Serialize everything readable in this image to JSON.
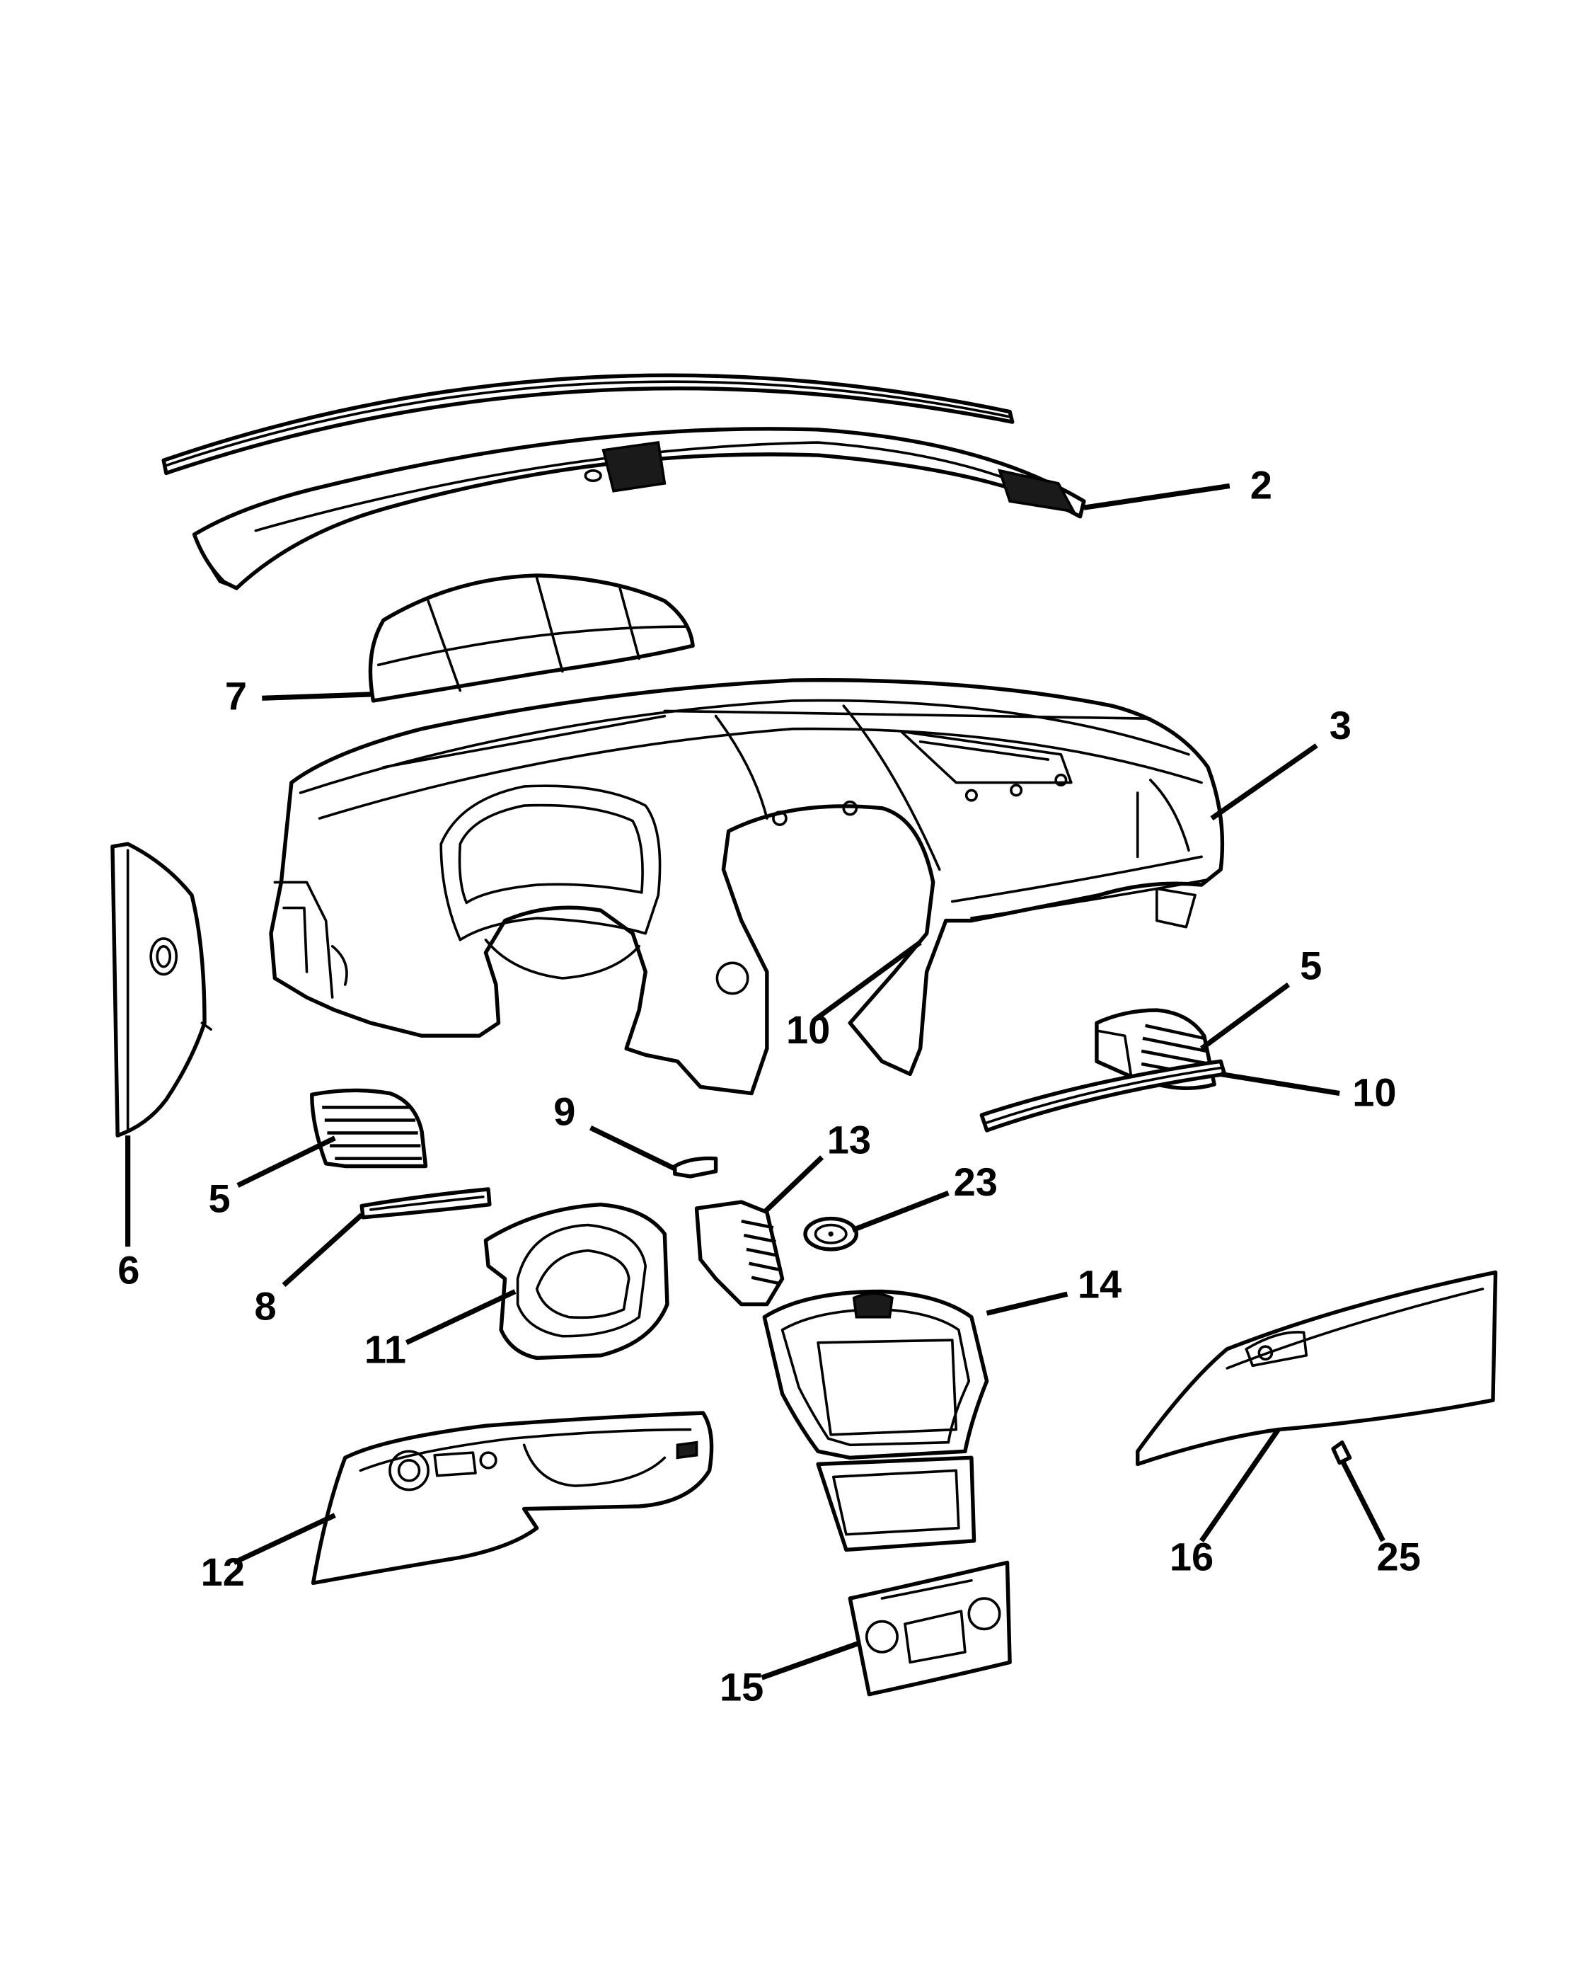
{
  "callouts": [
    {
      "id": "c2",
      "text": "2"
    },
    {
      "id": "c3",
      "text": "3"
    },
    {
      "id": "c5a",
      "text": "5"
    },
    {
      "id": "c5b",
      "text": "5"
    },
    {
      "id": "c6",
      "text": "6"
    },
    {
      "id": "c7",
      "text": "7"
    },
    {
      "id": "c8",
      "text": "8"
    },
    {
      "id": "c9",
      "text": "9"
    },
    {
      "id": "c10a",
      "text": "10"
    },
    {
      "id": "c10b",
      "text": "10"
    },
    {
      "id": "c11",
      "text": "11"
    },
    {
      "id": "c12",
      "text": "12"
    },
    {
      "id": "c13",
      "text": "13"
    },
    {
      "id": "c14",
      "text": "14"
    },
    {
      "id": "c15",
      "text": "15"
    },
    {
      "id": "c16",
      "text": "16"
    },
    {
      "id": "c23",
      "text": "23"
    },
    {
      "id": "c25",
      "text": "25"
    }
  ]
}
